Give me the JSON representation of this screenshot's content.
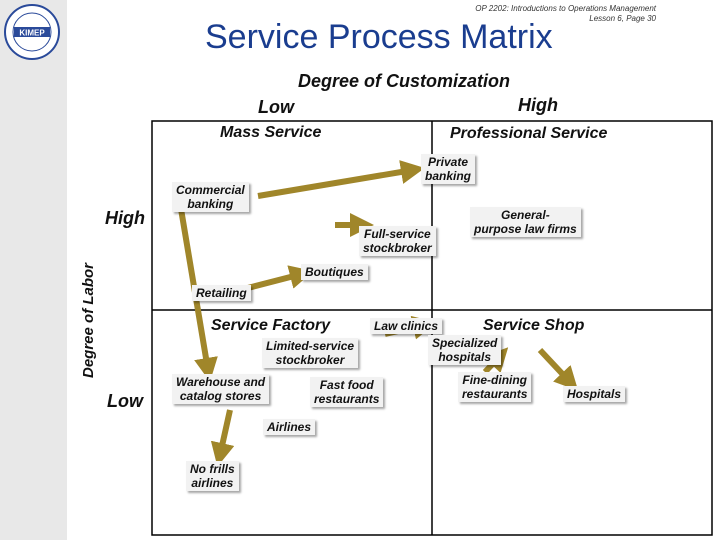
{
  "header": {
    "title": "Service Process Matrix",
    "reference_line1": "OP 2202: Introductions to Operations Management",
    "reference_line2": "Lesson 6, Page 30"
  },
  "logo": {
    "text": "KIMEP"
  },
  "axes": {
    "x_title": "Degree of Customization",
    "x_low": "Low",
    "x_high": "High",
    "y_title": "Degree of Labor",
    "y_high": "High",
    "y_low": "Low"
  },
  "quadrants": {
    "mass_service": "Mass Service",
    "professional_service": "Professional Service",
    "service_factory": "Service Factory",
    "service_shop": "Service Shop"
  },
  "items": {
    "private_banking": [
      "Private",
      "banking"
    ],
    "commercial_banking": [
      "Commercial",
      "banking"
    ],
    "general_purpose_law": [
      "General-",
      "purpose law firms"
    ],
    "full_service_stockbroker": [
      "Full-service",
      "stockbroker"
    ],
    "boutiques": "Boutiques",
    "retailing": "Retailing",
    "law_clinics": "Law  clinics",
    "limited_service_stockbroker": [
      "Limited-service",
      "stockbroker"
    ],
    "specialized_hospitals": [
      "Specialized",
      "hospitals"
    ],
    "warehouse_catalog": [
      "Warehouse and",
      "catalog stores"
    ],
    "fast_food": [
      "Fast food",
      "restaurants"
    ],
    "fine_dining": [
      "Fine-dining",
      "restaurants"
    ],
    "hospitals": "Hospitals",
    "airlines": "Airlines",
    "no_frills": [
      "No frills",
      "airlines"
    ]
  },
  "colors": {
    "arrow": "#a0862a",
    "title": "#1a3d8f"
  }
}
